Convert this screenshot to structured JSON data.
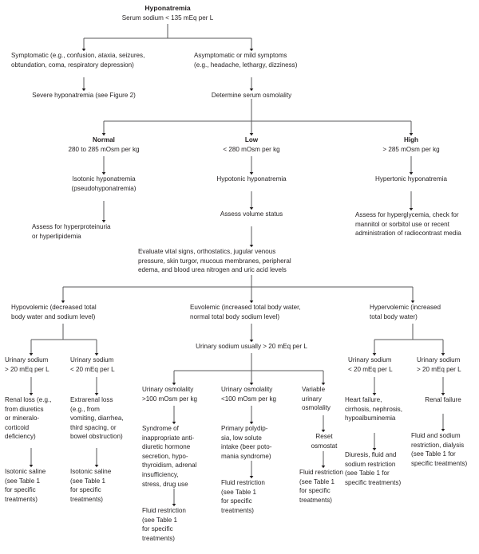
{
  "figure": {
    "kind": "clinical-algorithm-flowchart",
    "topic": "Hyponatremia",
    "line_color": "#58595b",
    "text_color": "#231f20",
    "background": "#ffffff"
  },
  "nodes": {
    "root_title": "Hyponatremia",
    "root_sub": "Serum sodium < 135 mEq per L",
    "symptomatic": "Symptomatic (e.g., confusion, ataxia, seizures,\nobtundation, coma, respiratory depression)",
    "asymptomatic": "Asymptomatic or mild symptoms\n(e.g., headache, lethargy, dizziness)",
    "severe": "Severe hyponatremia (see Figure 2)",
    "determine_osm": "Determine serum osmolality",
    "normal_label": "Normal",
    "normal_value": "280 to 285 mOsm per kg",
    "low_label": "Low",
    "low_value": "< 280 mOsm per kg",
    "high_label": "High",
    "high_value": "> 285 mOsm per kg",
    "isotonic": "Isotonic hyponatremia\n(pseudohyponatremia)",
    "hypotonic": "Hypotonic hyponatremia",
    "hypertonic": "Hypertonic hyponatremia",
    "assess_hyperprot": "Assess for hyperproteinuria\nor hyperlipidemia",
    "assess_volume": "Assess volume status",
    "assess_hyperglyc": "Assess for hyperglycemia, check for\nmannitol or sorbitol use or recent\nadministration of radiocontrast media",
    "evaluate": "Evaluate vital signs, orthostatics, jugular venous\npressure, skin turgor, mucous membranes, peripheral\nedema, and blood urea nitrogen and uric acid levels",
    "hypovolemic": "Hypovolemic (decreased total\nbody water and sodium level)",
    "euvolemic": "Euvolemic (increased total body water,\nnormal total body sodium level)",
    "hypervolemic": "Hypervolemic (increased\ntotal body water)",
    "hypo_una_gt20": "Urinary sodium\n> 20 mEq per L",
    "hypo_una_lt20": "Urinary sodium\n< 20 mEq per L",
    "eu_una": "Urinary sodium usually > 20 mEq per L",
    "hyper_una_lt20": "Urinary sodium\n< 20 mEq per L",
    "hyper_una_gt20": "Urinary sodium\n> 20 mEq per L",
    "renal_loss": "Renal loss (e.g.,\nfrom diuretics\nor mineralo-\ncorticoid\ndeficiency)",
    "extrarenal_loss": "Extrarenal loss\n(e.g., from\nvomiting, diarrhea,\nthird spacing, or\nbowel obstruction)",
    "uosm_gt100": "Urinary osmolality\n>100 mOsm per kg",
    "uosm_lt100": "Urinary osmolality\n<100 mOsm per kg",
    "uosm_variable": "Variable\nurinary\nosmolality",
    "siadh": "Syndrome of\ninappropriate anti-\ndiuretic hormone\nsecretion, hypo-\nthyroidism, adrenal\ninsufficiency,\nstress, drug use",
    "polydipsia": "Primary polydip-\nsia, low solute\nintake (beer poto-\nmania syndrome)",
    "reset_osmostat": "Reset\nosmostat",
    "heart_failure": "Heart failure,\ncirrhosis, nephrosis,\nhypoalbuminemia",
    "renal_failure": "Renal failure",
    "isotonic_saline_left": "Isotonic saline\n(see Table 1\nfor specific\ntreatments)",
    "isotonic_saline_right": "Isotonic saline\n(see Table 1\nfor specific\ntreatments)",
    "fluid_restrict_siadh": "Fluid restriction\n(see Table 1\nfor specific\ntreatments)",
    "fluid_restrict_polydipsia": "Fluid restriction\n(see Table 1\nfor specific\ntreatments)",
    "fluid_restrict_reset": "Fluid restriction\n(see Table 1\nfor specific\ntreatments)",
    "diuresis": "Diuresis, fluid and\nsodium restriction\n(see Table 1 for\nspecific treatments)",
    "fluid_sodium_dialysis": "Fluid and sodium\nrestriction, dialysis\n(see Table 1 for\nspecific treatments)"
  }
}
